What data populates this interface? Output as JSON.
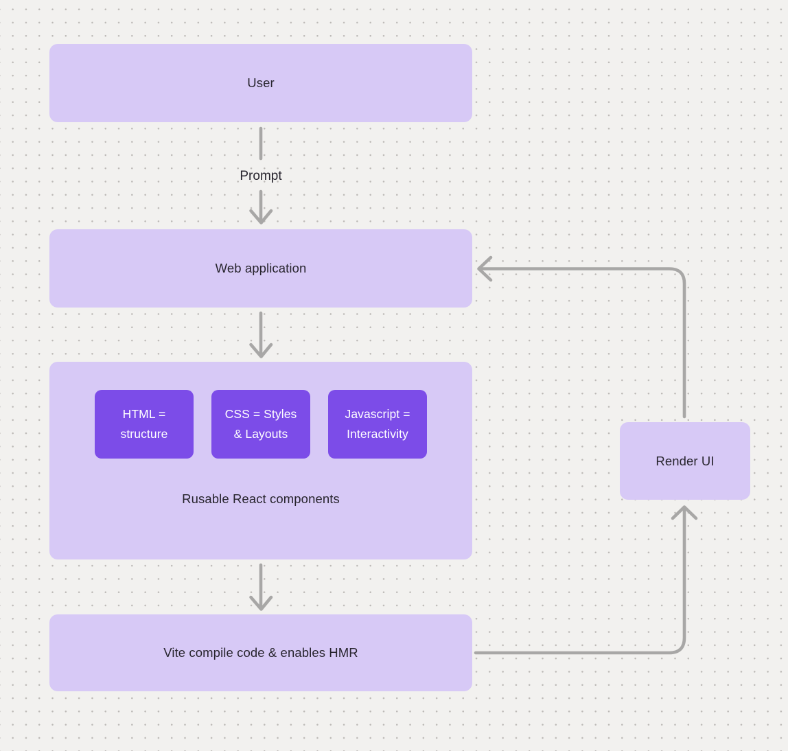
{
  "canvas": {
    "background": "#f2f1ef",
    "dot_color": "#bcb9b6"
  },
  "nodes": {
    "user": {
      "label": "User"
    },
    "web_application": {
      "label": "Web application"
    },
    "components": {
      "caption": "Rusable React components",
      "items": [
        {
          "label": "HTML =\nstructure"
        },
        {
          "label": "CSS = Styles\n& Layouts"
        },
        {
          "label": "Javascript =\nInteractivity"
        }
      ]
    },
    "vite": {
      "label": "Vite compile code & enables HMR"
    },
    "render_ui": {
      "label": "Render UI"
    }
  },
  "edges": {
    "user_to_webapp_label": "Prompt",
    "flow": [
      "user -> web_application (Prompt)",
      "web_application -> components",
      "components -> vite",
      "vite -> render_ui",
      "render_ui -> web_application"
    ]
  },
  "colors": {
    "node_fill": "#d7c9f6",
    "component_fill": "#7c4ce8",
    "component_text": "#ffffff",
    "label_text": "#28252e",
    "arrow": "#a8a7a6"
  }
}
